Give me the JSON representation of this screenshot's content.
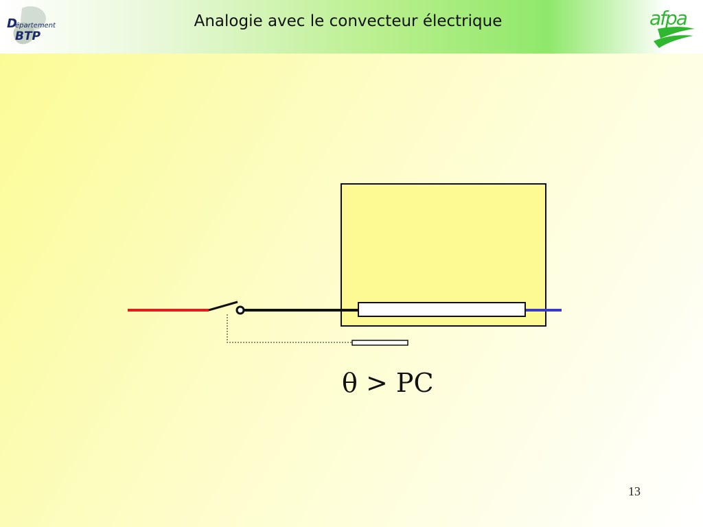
{
  "slide": {
    "title": "Analogie avec le convecteur électrique",
    "formula": "θ > PC",
    "page_number": "13"
  },
  "logos": {
    "left": {
      "text_top": "Département",
      "text_bottom": "BTP",
      "icon": "departement-btp-logo"
    },
    "right": {
      "text": "afpa",
      "icon": "afpa-logo"
    }
  },
  "colors": {
    "phase_wire": "#e21d1d",
    "neutral_wire": "#3a3ac8",
    "conductor": "#111111",
    "heater_fill": "#fdfa94",
    "element_fill": "#ffffff",
    "afpa_green": "#2fb82f"
  }
}
